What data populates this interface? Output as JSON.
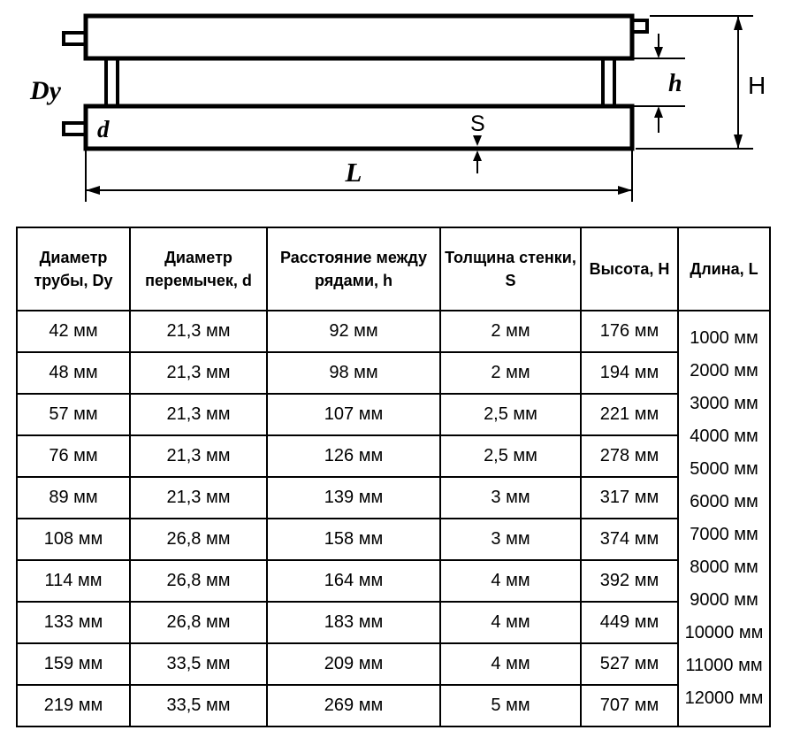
{
  "diagram": {
    "labels": {
      "pipe_diameter": "Dy",
      "jumper_diameter": "d",
      "row_spacing": "h",
      "height": "H",
      "wall_thickness": "S",
      "length": "L"
    }
  },
  "table": {
    "headers": [
      "Диаметр трубы, Dy",
      "Диаметр перемычек, d",
      "Расстояние между рядами, h",
      "Толщина стенки, S",
      "Высота, H",
      "Длина, L"
    ],
    "rows": [
      [
        "42 мм",
        "21,3 мм",
        "92 мм",
        "2 мм",
        "176 мм"
      ],
      [
        "48 мм",
        "21,3 мм",
        "98 мм",
        "2 мм",
        "194 мм"
      ],
      [
        "57 мм",
        "21,3 мм",
        "107 мм",
        "2,5 мм",
        "221 мм"
      ],
      [
        "76 мм",
        "21,3 мм",
        "126 мм",
        "2,5 мм",
        "278 мм"
      ],
      [
        "89 мм",
        "21,3 мм",
        "139 мм",
        "3 мм",
        "317 мм"
      ],
      [
        "108 мм",
        "26,8 мм",
        "158 мм",
        "3 мм",
        "374 мм"
      ],
      [
        "114 мм",
        "26,8 мм",
        "164 мм",
        "4 мм",
        "392 мм"
      ],
      [
        "133 мм",
        "26,8 мм",
        "183 мм",
        "4 мм",
        "449 мм"
      ],
      [
        "159 мм",
        "33,5 мм",
        "209 мм",
        "4 мм",
        "527 мм"
      ],
      [
        "219 мм",
        "33,5 мм",
        "269 мм",
        "5 мм",
        "707 мм"
      ]
    ],
    "length_values": [
      "1000 мм",
      "2000 мм",
      "3000 мм",
      "4000 мм",
      "5000 мм",
      "6000 мм",
      "7000 мм",
      "8000 мм",
      "9000 мм",
      "10000 мм",
      "11000 мм",
      "12000 мм"
    ]
  }
}
